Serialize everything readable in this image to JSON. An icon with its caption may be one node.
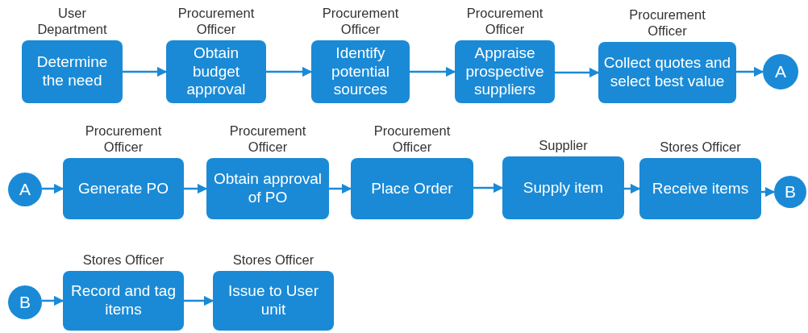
{
  "diagram": {
    "nodes": [
      {
        "text": [
          "User Department",
          "Determine the need"
        ]
      },
      {
        "text": [
          "Procurement Officer",
          "Obtain budget approval"
        ]
      },
      {
        "text": [
          "Procurement Officer",
          "Identify potential sources"
        ]
      },
      {
        "text": [
          "Procurement Officer",
          "Appraise prospective suppliers"
        ]
      },
      {
        "text": [
          "Procurement Officer",
          "Collect quotes and select best value"
        ]
      },
      {
        "text": [
          "A"
        ]
      },
      {
        "text": [
          "A"
        ]
      },
      {
        "text": [
          "Procurement Officer",
          "Generate PO"
        ]
      },
      {
        "text": [
          "Procurement Officer",
          "Obtain approval of PO"
        ]
      },
      {
        "text": [
          "Procurement Officer",
          "Place Order"
        ]
      },
      {
        "text": [
          "Supplier",
          "Supply item"
        ]
      },
      {
        "text": [
          "Stores Officer",
          "Receive items"
        ]
      },
      {
        "text": [
          "B"
        ]
      },
      {
        "text": [
          "B"
        ]
      },
      {
        "text": [
          "Stores Officer",
          "Record and tag items"
        ]
      },
      {
        "text": [
          "Stores Officer",
          "Issue to User unit"
        ]
      }
    ],
    "edges": [
      {
        "from": 0,
        "to": 1,
        "arrow": "to"
      },
      {
        "from": 1,
        "to": 2,
        "arrow": "to"
      },
      {
        "from": 2,
        "to": 3,
        "arrow": "to"
      },
      {
        "from": 3,
        "to": 4,
        "arrow": "to"
      },
      {
        "from": 4,
        "to": 5,
        "arrow": "to"
      },
      {
        "from": 6,
        "to": 7,
        "arrow": "to"
      },
      {
        "from": 7,
        "to": 8,
        "arrow": "to"
      },
      {
        "from": 8,
        "to": 9,
        "arrow": "to"
      },
      {
        "from": 9,
        "to": 10,
        "arrow": "to"
      },
      {
        "from": 10,
        "to": 11,
        "arrow": "to"
      },
      {
        "from": 11,
        "to": 12,
        "arrow": "to"
      },
      {
        "from": 13,
        "to": 14,
        "arrow": "to"
      },
      {
        "from": 14,
        "to": 15,
        "arrow": "to"
      }
    ]
  }
}
